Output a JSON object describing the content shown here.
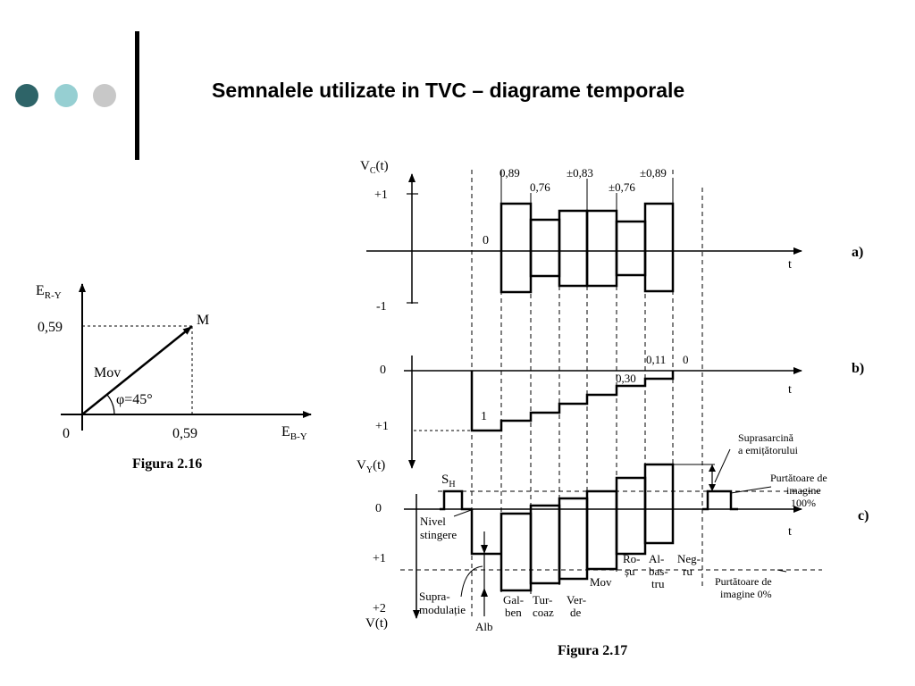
{
  "slide": {
    "title": "Semnalele utilizate in TVC – diagrame temporale",
    "dots": [
      {
        "name": "dark-teal-dot",
        "color": "#2e6468"
      },
      {
        "name": "light-teal-dot",
        "color": "#96cfd2"
      },
      {
        "name": "grey-dot",
        "color": "#c8c8c8"
      }
    ]
  },
  "fig16": {
    "y_axis": {
      "main": "E",
      "sub": "R-Y"
    },
    "x_axis": {
      "main": "E",
      "sub": "B-Y"
    },
    "origin": "0",
    "y_tick": "0,59",
    "x_tick": "0,59",
    "point": "M",
    "vector": "Mov",
    "angle": "φ=45°",
    "caption": "Figura 2.16"
  },
  "fig17": {
    "caption": "Figura 2.17",
    "a": {
      "axis_main": "V",
      "axis_sub": "C",
      "axis_tail": "(t)",
      "plus1": "+1",
      "minus1": "-1",
      "zero": "0",
      "t": "t",
      "label": "a)",
      "values": [
        "0,89",
        "0,76",
        "±0,83",
        "±0,76",
        "±0,89"
      ]
    },
    "b": {
      "zero": "0",
      "one": "1",
      "plus1": "+1",
      "t": "t",
      "label": "b)",
      "axis_main": "V",
      "axis_sub": "Y",
      "axis_tail": "(t)",
      "values": [
        "0,30",
        "0,11",
        "0"
      ]
    },
    "c": {
      "sync_main": "S",
      "sync_sub": "H",
      "zero": "0",
      "plus1": "+1",
      "plus2": "+2",
      "vt": "V(t)",
      "t": "t",
      "label": "c)",
      "blanking": [
        "Nivel",
        "stingere"
      ],
      "overmod": [
        "Supra-",
        "modulație"
      ],
      "overload": [
        "Suprasarcină",
        "a emițătorului"
      ],
      "carrier100": [
        "Purtătoare de",
        "imagine",
        "100%"
      ],
      "carrier0": [
        "Purtătoare de",
        "imagine 0%"
      ],
      "white": "Alb",
      "colors": {
        "galben": [
          "Gal-",
          "ben"
        ],
        "turcoaz": [
          "Tur-",
          "coaz"
        ],
        "verde": [
          "Ver-",
          "de"
        ],
        "mov": "Mov",
        "rosu": [
          "Ro-",
          "șu"
        ],
        "albastru": [
          "Al-",
          "bas-",
          "tru"
        ],
        "negru": [
          "Neg-",
          "ru"
        ]
      }
    }
  }
}
